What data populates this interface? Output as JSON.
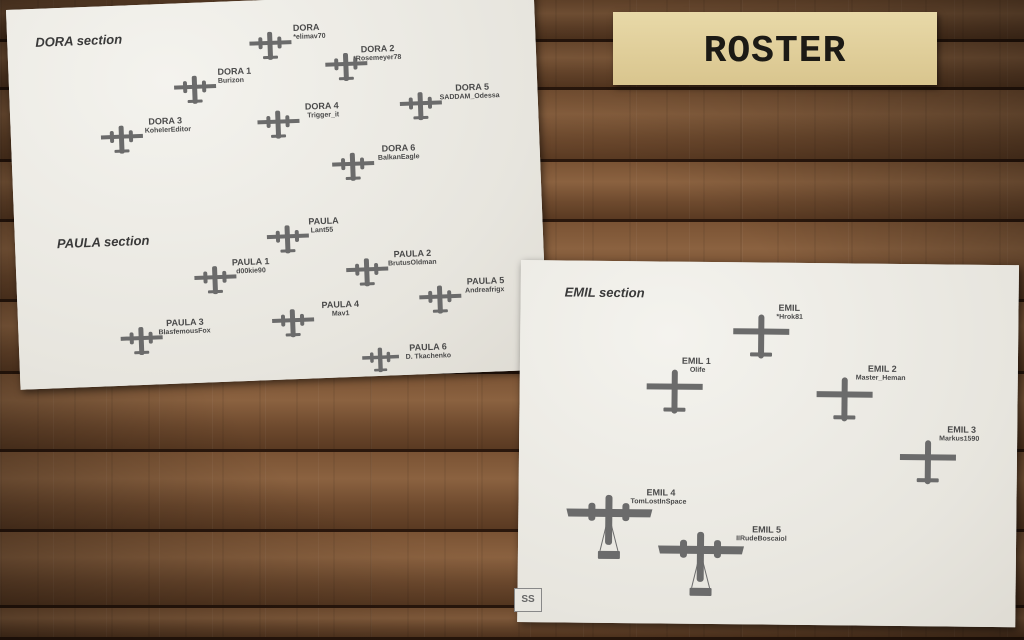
{
  "header": {
    "title": "ROSTER"
  },
  "dora": {
    "title": "DORA section",
    "units": [
      {
        "name": "DORA",
        "pilot": "*elimav70"
      },
      {
        "name": "DORA 1",
        "pilot": "Burizon"
      },
      {
        "name": "DORA 2",
        "pilot": "*Rosemeyer78"
      },
      {
        "name": "DORA 3",
        "pilot": "KohelerEditor"
      },
      {
        "name": "DORA 4",
        "pilot": "Trigger_it"
      },
      {
        "name": "DORA 5",
        "pilot": "SADDAM_Odessa"
      },
      {
        "name": "DORA 6",
        "pilot": "BalkanEagle"
      }
    ]
  },
  "paula": {
    "title": "PAULA section",
    "units": [
      {
        "name": "PAULA",
        "pilot": "Lant55"
      },
      {
        "name": "PAULA 1",
        "pilot": "d00kie90"
      },
      {
        "name": "PAULA 2",
        "pilot": "BrutusOldman"
      },
      {
        "name": "PAULA 3",
        "pilot": "BlasfemousFox"
      },
      {
        "name": "PAULA 4",
        "pilot": "Mav1"
      },
      {
        "name": "PAULA 5",
        "pilot": "Andreafrigx"
      },
      {
        "name": "PAULA 6",
        "pilot": "D. Tkachenko"
      }
    ]
  },
  "emil": {
    "title": "EMIL section",
    "units": [
      {
        "name": "EMIL",
        "pilot": "*Hrok81"
      },
      {
        "name": "EMIL 1",
        "pilot": "Olife"
      },
      {
        "name": "EMIL 2",
        "pilot": "Master_Heman"
      },
      {
        "name": "EMIL 3",
        "pilot": "Markus1590"
      },
      {
        "name": "EMIL 4",
        "pilot": "TomLostInSpace"
      },
      {
        "name": "EMIL 5",
        "pilot": "IIRudeBoscaiol"
      }
    ]
  },
  "footer": {
    "logo_text": "SS"
  },
  "colors": {
    "aircraft": "#6b6b6b",
    "paper": "#ecebe6",
    "label": "#1c1a15"
  }
}
